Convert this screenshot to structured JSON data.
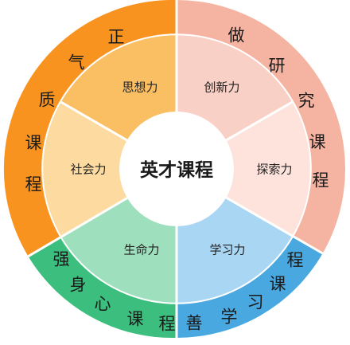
{
  "center": {
    "title": "英才课程"
  },
  "colors": {
    "orange_outer": "#f7931e",
    "salmon_outer": "#f5b3a1",
    "green_outer": "#3cbf7e",
    "blue_outer": "#49a8df",
    "orange_mid": "#fbbf63",
    "light_orange_mid": "#fddba0",
    "pink_mid": "#f8d0c6",
    "lighter_pink_mid": "#fde3dc",
    "green_mid": "#9ee0bd",
    "blue_mid": "#a9d6f3"
  },
  "outer_ring": {
    "zheng_qi_zhi": {
      "chars": [
        "正",
        "气",
        "质",
        "课",
        "程"
      ]
    },
    "zuo_yan_jiu": {
      "chars": [
        "做",
        "研",
        "究",
        "课",
        "程"
      ]
    },
    "qiang_shen_xin": {
      "chars": [
        "强",
        "身",
        "心",
        "课",
        "程"
      ]
    },
    "shan_xue_xi": {
      "chars": [
        "善",
        "学",
        "习",
        "课",
        "程"
      ]
    }
  },
  "inner_ring": {
    "sixiangli": "思想力",
    "chuangxinli": "创新力",
    "shehuili": "社会力",
    "tansuoli": "探索力",
    "shengmingli": "生命力",
    "xuexili": "学习力"
  }
}
